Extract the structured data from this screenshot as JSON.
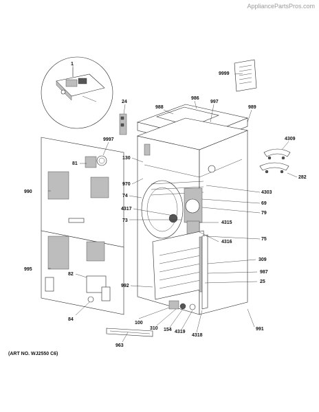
{
  "watermark": "AppliancePartsPros.com",
  "art_number": "(ART NO. WJ2550 C6)",
  "callouts": [
    {
      "id": "c1",
      "label": "1"
    },
    {
      "id": "c24",
      "label": "24"
    },
    {
      "id": "c988",
      "label": "988"
    },
    {
      "id": "c986",
      "label": "986"
    },
    {
      "id": "c997",
      "label": "997"
    },
    {
      "id": "c989",
      "label": "989"
    },
    {
      "id": "c9999",
      "label": "9999"
    },
    {
      "id": "c4309",
      "label": "4309"
    },
    {
      "id": "c282",
      "label": "282"
    },
    {
      "id": "c9997",
      "label": "9997"
    },
    {
      "id": "c81",
      "label": "81"
    },
    {
      "id": "c130",
      "label": "130"
    },
    {
      "id": "c970",
      "label": "970"
    },
    {
      "id": "c4303",
      "label": "4303"
    },
    {
      "id": "c990",
      "label": "990"
    },
    {
      "id": "c74",
      "label": "74"
    },
    {
      "id": "c69",
      "label": "69"
    },
    {
      "id": "c4317",
      "label": "4317"
    },
    {
      "id": "c79",
      "label": "79"
    },
    {
      "id": "c73",
      "label": "73"
    },
    {
      "id": "c4315",
      "label": "4315"
    },
    {
      "id": "c4316",
      "label": "4316"
    },
    {
      "id": "c75",
      "label": "75"
    },
    {
      "id": "c995",
      "label": "995"
    },
    {
      "id": "c309",
      "label": "309"
    },
    {
      "id": "c82",
      "label": "82"
    },
    {
      "id": "c987",
      "label": "987"
    },
    {
      "id": "c25",
      "label": "25"
    },
    {
      "id": "c992",
      "label": "992"
    },
    {
      "id": "c84",
      "label": "84"
    },
    {
      "id": "c100",
      "label": "100"
    },
    {
      "id": "c310",
      "label": "310"
    },
    {
      "id": "c154",
      "label": "154"
    },
    {
      "id": "c4319",
      "label": "4319"
    },
    {
      "id": "c4318",
      "label": "4318"
    },
    {
      "id": "c991",
      "label": "991"
    },
    {
      "id": "c963",
      "label": "963"
    }
  ]
}
